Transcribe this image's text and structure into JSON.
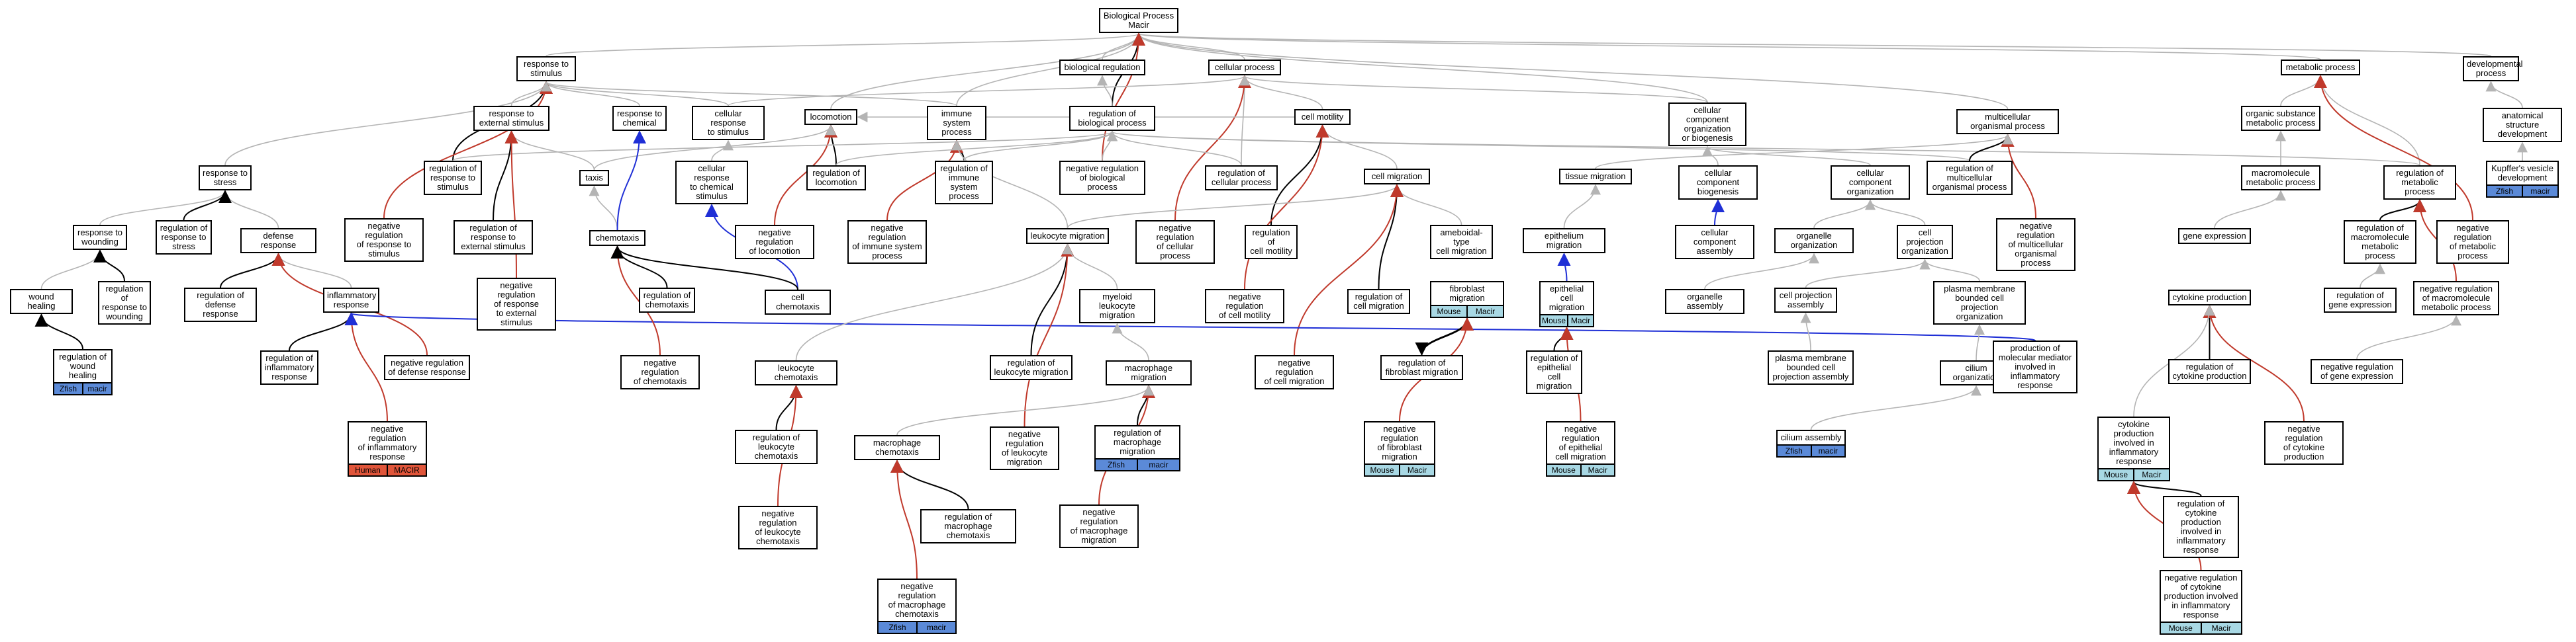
{
  "colors": {
    "edge_default": "#b4b4b4",
    "edge_black": "#000000",
    "edge_red": "#c0392b",
    "edge_blue": "#1f2fd6",
    "chip_zfish": "#5b8ad8",
    "chip_mouse": "#a8d8e4",
    "chip_human": "#e0553a"
  },
  "nodes": [
    {
      "id": "bp",
      "label": "Biological Process\nMacir"
    },
    {
      "id": "resp_stim",
      "label": "response to\nstimulus"
    },
    {
      "id": "bio_reg",
      "label": "biological regulation"
    },
    {
      "id": "cell_proc",
      "label": "cellular process"
    },
    {
      "id": "dev_proc",
      "label": "developmental\nprocess"
    },
    {
      "id": "meta_proc",
      "label": "metabolic process"
    },
    {
      "id": "resp_ext",
      "label": "response to\nexternal stimulus"
    },
    {
      "id": "resp_chem",
      "label": "response to\nchemical"
    },
    {
      "id": "cell_resp_stim",
      "label": "cellular response\nto stimulus"
    },
    {
      "id": "locomotion",
      "label": "locomotion"
    },
    {
      "id": "imm_sys",
      "label": "immune system\nprocess"
    },
    {
      "id": "reg_bio",
      "label": "regulation of\nbiological process"
    },
    {
      "id": "cell_motility",
      "label": "cell motility"
    },
    {
      "id": "cc_org",
      "label": "cellular component\norganization\nor biogenesis"
    },
    {
      "id": "multi_proc",
      "label": "multicellular\norganismal process"
    },
    {
      "id": "org_sub",
      "label": "organic substance\nmetabolic process"
    },
    {
      "id": "anat_dev",
      "label": "anatomical structure\ndevelopment"
    },
    {
      "id": "resp_stress",
      "label": "response to\nstress"
    },
    {
      "id": "reg_resp_stim",
      "label": "regulation of\nresponse to\nstimulus"
    },
    {
      "id": "taxis",
      "label": "taxis"
    },
    {
      "id": "cell_resp_chem",
      "label": "cellular response\nto chemical\nstimulus"
    },
    {
      "id": "reg_loco",
      "label": "regulation of\nlocomotion"
    },
    {
      "id": "reg_imm",
      "label": "regulation of\nimmune system\nprocess"
    },
    {
      "id": "neg_reg_bio",
      "label": "negative regulation\nof biological\nprocess"
    },
    {
      "id": "reg_cell_proc",
      "label": "regulation of\ncellular process"
    },
    {
      "id": "cell_mig",
      "label": "cell migration"
    },
    {
      "id": "tissue_mig",
      "label": "tissue migration"
    },
    {
      "id": "cc_biogen",
      "label": "cellular component\nbiogenesis"
    },
    {
      "id": "cc_org2",
      "label": "cellular component\norganization"
    },
    {
      "id": "reg_multi",
      "label": "regulation of\nmulticellular\norganismal process"
    },
    {
      "id": "macro_meta",
      "label": "macromolecule\nmetabolic process"
    },
    {
      "id": "reg_meta",
      "label": "regulation of\nmetabolic process"
    },
    {
      "id": "kupffer",
      "label": "Kupffer's vesicle\ndevelopment",
      "chips": [
        "Zfish",
        "macir"
      ],
      "chipcls": [
        "zfish",
        "macir"
      ]
    },
    {
      "id": "resp_wound",
      "label": "response to\nwounding"
    },
    {
      "id": "reg_resp_stress",
      "label": "regulation of\nresponse to\nstress"
    },
    {
      "id": "defense",
      "label": "defense response"
    },
    {
      "id": "neg_reg_resp_stim",
      "label": "negative regulation\nof response to\nstimulus"
    },
    {
      "id": "reg_resp_ext",
      "label": "regulation of\nresponse to\nexternal stimulus"
    },
    {
      "id": "chemotaxis",
      "label": "chemotaxis"
    },
    {
      "id": "neg_reg_loco",
      "label": "negative regulation\nof locomotion"
    },
    {
      "id": "neg_reg_imm",
      "label": "negative regulation\nof immune system\nprocess"
    },
    {
      "id": "leuk_mig",
      "label": "leukocyte migration"
    },
    {
      "id": "neg_reg_cell_proc",
      "label": "negative regulation\nof cellular\nprocess"
    },
    {
      "id": "reg_cell_mot",
      "label": "regulation of\ncell motility"
    },
    {
      "id": "ameboid",
      "label": "ameboidal-type\ncell migration"
    },
    {
      "id": "epi_mig",
      "label": "epithelium migration"
    },
    {
      "id": "cc_assembly",
      "label": "cellular component\nassembly"
    },
    {
      "id": "organelle_org",
      "label": "organelle organization"
    },
    {
      "id": "cell_proj_org",
      "label": "cell projection\norganization"
    },
    {
      "id": "neg_reg_multi",
      "label": "negative regulation\nof multicellular\norganismal process"
    },
    {
      "id": "gene_expr",
      "label": "gene expression"
    },
    {
      "id": "reg_macro_meta",
      "label": "regulation of\nmacromolecule\nmetabolic process"
    },
    {
      "id": "neg_reg_meta",
      "label": "negative regulation\nof metabolic\nprocess"
    },
    {
      "id": "wound_heal",
      "label": "wound healing"
    },
    {
      "id": "reg_resp_wound",
      "label": "regulation of\nresponse to\nwounding"
    },
    {
      "id": "reg_def",
      "label": "regulation of\ndefense response"
    },
    {
      "id": "inflam",
      "label": "inflammatory\nresponse"
    },
    {
      "id": "neg_reg_resp_ext",
      "label": "negative regulation\nof response\nto external\nstimulus"
    },
    {
      "id": "reg_chemo",
      "label": "regulation of\nchemotaxis"
    },
    {
      "id": "cell_chemo",
      "label": "cell chemotaxis"
    },
    {
      "id": "myeloid_mig",
      "label": "myeloid leukocyte\nmigration"
    },
    {
      "id": "neg_reg_cell_mot",
      "label": "negative regulation\nof cell motility"
    },
    {
      "id": "reg_cell_mig",
      "label": "regulation of\ncell migration"
    },
    {
      "id": "fibro_mig",
      "label": "fibroblast migration",
      "chips": [
        "Mouse",
        "Macir"
      ],
      "chipcls": [
        "mouse",
        "macir2"
      ]
    },
    {
      "id": "epi_cell_mig",
      "label": "epithelial cell\nmigration",
      "chips": [
        "Mouse",
        "Macir"
      ],
      "chipcls": [
        "mouse",
        "macir2"
      ]
    },
    {
      "id": "organelle_asm",
      "label": "organelle assembly"
    },
    {
      "id": "cell_proj_asm",
      "label": "cell projection\nassembly"
    },
    {
      "id": "plasma_org",
      "label": "plasma membrane\nbounded cell\nprojection organization"
    },
    {
      "id": "cytokine_prod",
      "label": "cytokine production"
    },
    {
      "id": "reg_gene_expr",
      "label": "regulation of\ngene expression"
    },
    {
      "id": "neg_reg_macro",
      "label": "negative regulation\nof macromolecule\nmetabolic process"
    },
    {
      "id": "reg_wound_heal",
      "label": "regulation of\nwound healing",
      "chips": [
        "Zfish",
        "macir"
      ],
      "chipcls": [
        "zfish",
        "macir"
      ]
    },
    {
      "id": "reg_inflam",
      "label": "regulation of\ninflammatory\nresponse"
    },
    {
      "id": "neg_reg_def",
      "label": "negative regulation\nof defense response"
    },
    {
      "id": "neg_reg_chemo",
      "label": "negative regulation\nof chemotaxis"
    },
    {
      "id": "leuk_chemo",
      "label": "leukocyte chemotaxis"
    },
    {
      "id": "reg_leuk_mig",
      "label": "regulation of\nleukocyte migration"
    },
    {
      "id": "macro_mig",
      "label": "macrophage migration"
    },
    {
      "id": "neg_reg_cell_mig",
      "label": "negative regulation\nof cell migration"
    },
    {
      "id": "reg_fibro_mig",
      "label": "regulation of\nfibroblast migration"
    },
    {
      "id": "reg_epi_mig",
      "label": "regulation of\nepithelial cell\nmigration"
    },
    {
      "id": "plasma_asm",
      "label": "plasma membrane\nbounded cell\nprojection assembly"
    },
    {
      "id": "cilium_org",
      "label": "cilium organization"
    },
    {
      "id": "prod_mediator",
      "label": "production of\nmolecular mediator\ninvolved in\ninflammatory\nresponse"
    },
    {
      "id": "reg_cyto_prod",
      "label": "regulation of\ncytokine production"
    },
    {
      "id": "neg_reg_gene",
      "label": "negative regulation\nof gene expression"
    },
    {
      "id": "neg_reg_inflam",
      "label": "negative regulation\nof inflammatory\nresponse",
      "chips": [
        "Human",
        "MACIR"
      ],
      "chipcls": [
        "human",
        "macir3"
      ]
    },
    {
      "id": "reg_leuk_chemo",
      "label": "regulation of\nleukocyte chemotaxis"
    },
    {
      "id": "macro_chemo",
      "label": "macrophage chemotaxis"
    },
    {
      "id": "neg_reg_leuk_mig",
      "label": "negative regulation\nof leukocyte\nmigration"
    },
    {
      "id": "reg_macro_mig",
      "label": "regulation of\nmacrophage migration",
      "chips": [
        "Zfish",
        "macir"
      ],
      "chipcls": [
        "zfish",
        "macir"
      ]
    },
    {
      "id": "neg_reg_fibro",
      "label": "negative regulation\nof fibroblast\nmigration",
      "chips": [
        "Mouse",
        "Macir"
      ],
      "chipcls": [
        "mouse",
        "macir2"
      ]
    },
    {
      "id": "neg_reg_epi",
      "label": "negative regulation\nof epithelial\ncell migration",
      "chips": [
        "Mouse",
        "Macir"
      ],
      "chipcls": [
        "mouse",
        "macir2"
      ]
    },
    {
      "id": "cilium_asm",
      "label": "cilium assembly",
      "chips": [
        "Zfish",
        "macir"
      ],
      "chipcls": [
        "zfish",
        "macir"
      ]
    },
    {
      "id": "cyto_inflam",
      "label": "cytokine production\ninvolved in\ninflammatory\nresponse",
      "chips": [
        "Mouse",
        "Macir"
      ],
      "chipcls": [
        "mouse",
        "macir2"
      ]
    },
    {
      "id": "neg_reg_cyto",
      "label": "negative regulation\nof cytokine\nproduction"
    },
    {
      "id": "neg_reg_leuk_chemo",
      "label": "negative regulation\nof leukocyte\nchemotaxis"
    },
    {
      "id": "reg_macro_chemo",
      "label": "regulation of\nmacrophage chemotaxis"
    },
    {
      "id": "neg_reg_macro_mig",
      "label": "negative regulation\nof macrophage\nmigration"
    },
    {
      "id": "reg_cyto_inflam",
      "label": "regulation of\ncytokine production\ninvolved in\ninflammatory\nresponse"
    },
    {
      "id": "neg_reg_macro_chemo",
      "label": "negative regulation\nof macrophage\nchemotaxis",
      "chips": [
        "Zfish",
        "macir"
      ],
      "chipcls": [
        "zfish",
        "macir"
      ]
    },
    {
      "id": "neg_reg_cyto_inflam",
      "label": "negative regulation\nof cytokine\nproduction involved\nin inflammatory\nresponse",
      "chips": [
        "Mouse",
        "Macir"
      ],
      "chipcls": [
        "mouse",
        "macir2"
      ]
    }
  ],
  "edges": [
    [
      "resp_stim",
      "bp",
      "g"
    ],
    [
      "bio_reg",
      "bp",
      "g"
    ],
    [
      "cell_proc",
      "bp",
      "g"
    ],
    [
      "dev_proc",
      "bp",
      "g"
    ],
    [
      "meta_proc",
      "bp",
      "g"
    ],
    [
      "multi_proc",
      "bp",
      "g"
    ],
    [
      "imm_sys",
      "bp",
      "g"
    ],
    [
      "locomotion",
      "bp",
      "g"
    ],
    [
      "cc_org",
      "bp",
      "g"
    ],
    [
      "reg_bio",
      "bp",
      "k"
    ],
    [
      "neg_reg_bio",
      "bp",
      "r"
    ],
    [
      "reg_bio",
      "bio_reg",
      "g"
    ],
    [
      "resp_ext",
      "resp_stim",
      "g"
    ],
    [
      "resp_chem",
      "resp_stim",
      "g"
    ],
    [
      "cell_resp_stim",
      "resp_stim",
      "g"
    ],
    [
      "resp_stress",
      "resp_stim",
      "g"
    ],
    [
      "reg_resp_stim",
      "resp_stim",
      "k"
    ],
    [
      "neg_reg_resp_stim",
      "resp_stim",
      "r"
    ],
    [
      "imm_sys",
      "resp_stim",
      "g"
    ],
    [
      "reg_cell_proc",
      "cell_proc",
      "g"
    ],
    [
      "cell_motility",
      "cell_proc",
      "g"
    ],
    [
      "cell_resp_stim",
      "cell_proc",
      "g"
    ],
    [
      "neg_reg_cell_proc",
      "cell_proc",
      "r"
    ],
    [
      "cc_org",
      "cell_proc",
      "g"
    ],
    [
      "org_sub",
      "meta_proc",
      "g"
    ],
    [
      "reg_meta",
      "meta_proc",
      "g"
    ],
    [
      "neg_reg_meta",
      "meta_proc",
      "r"
    ],
    [
      "anat_dev",
      "dev_proc",
      "g"
    ],
    [
      "kupffer",
      "anat_dev",
      "g"
    ],
    [
      "reg_loco",
      "locomotion",
      "k"
    ],
    [
      "neg_reg_loco",
      "locomotion",
      "r"
    ],
    [
      "taxis",
      "locomotion",
      "g"
    ],
    [
      "cell_motility",
      "locomotion",
      "g"
    ],
    [
      "reg_imm",
      "imm_sys",
      "k"
    ],
    [
      "neg_reg_imm",
      "imm_sys",
      "r"
    ],
    [
      "leuk_mig",
      "imm_sys",
      "g"
    ],
    [
      "reg_cell_proc",
      "reg_bio",
      "g"
    ],
    [
      "neg_reg_bio",
      "reg_bio",
      "g"
    ],
    [
      "reg_imm",
      "reg_bio",
      "g"
    ],
    [
      "reg_loco",
      "reg_bio",
      "g"
    ],
    [
      "reg_multi",
      "reg_bio",
      "g"
    ],
    [
      "reg_meta",
      "reg_bio",
      "g"
    ],
    [
      "reg_resp_stim",
      "reg_bio",
      "g"
    ],
    [
      "cell_mig",
      "cell_motility",
      "g"
    ],
    [
      "reg_cell_mot",
      "cell_motility",
      "k"
    ],
    [
      "neg_reg_cell_mot",
      "cell_motility",
      "r"
    ],
    [
      "cc_biogen",
      "cc_org",
      "g"
    ],
    [
      "cc_org2",
      "cc_org",
      "g"
    ],
    [
      "reg_multi",
      "multi_proc",
      "k"
    ],
    [
      "neg_reg_multi",
      "multi_proc",
      "r"
    ],
    [
      "tissue_mig",
      "multi_proc",
      "g"
    ],
    [
      "macro_meta",
      "org_sub",
      "g"
    ],
    [
      "reg_macro_meta",
      "reg_meta",
      "k"
    ],
    [
      "neg_reg_macro",
      "reg_meta",
      "r"
    ],
    [
      "resp_wound",
      "resp_stress",
      "g"
    ],
    [
      "defense",
      "resp_stress",
      "g"
    ],
    [
      "reg_resp_stress",
      "resp_stress",
      "k"
    ],
    [
      "taxis",
      "resp_ext",
      "g"
    ],
    [
      "reg_resp_ext",
      "resp_ext",
      "k"
    ],
    [
      "neg_reg_resp_ext",
      "resp_ext",
      "r"
    ],
    [
      "chemotaxis",
      "taxis",
      "g"
    ],
    [
      "chemotaxis",
      "resp_chem",
      "b"
    ],
    [
      "cell_resp_chem",
      "cell_resp_stim",
      "g"
    ],
    [
      "cell_chemo",
      "cell_resp_chem",
      "b"
    ],
    [
      "leuk_mig",
      "cell_mig",
      "g"
    ],
    [
      "ameboid",
      "cell_mig",
      "g"
    ],
    [
      "reg_cell_mig",
      "cell_mig",
      "k"
    ],
    [
      "neg_reg_cell_mig",
      "cell_mig",
      "r"
    ],
    [
      "epi_mig",
      "tissue_mig",
      "g"
    ],
    [
      "epi_cell_mig",
      "epi_mig",
      "b"
    ],
    [
      "cc_assembly",
      "cc_biogen",
      "b"
    ],
    [
      "organelle_org",
      "cc_org2",
      "g"
    ],
    [
      "cell_proj_org",
      "cc_org2",
      "g"
    ],
    [
      "gene_expr",
      "macro_meta",
      "g"
    ],
    [
      "reg_gene_expr",
      "reg_macro_meta",
      "g"
    ],
    [
      "neg_reg_gene",
      "neg_reg_macro",
      "g"
    ],
    [
      "wound_heal",
      "resp_wound",
      "g"
    ],
    [
      "reg_resp_wound",
      "resp_wound",
      "k"
    ],
    [
      "reg_wound_heal",
      "wound_heal",
      "k"
    ],
    [
      "inflam",
      "defense",
      "g"
    ],
    [
      "reg_def",
      "defense",
      "k"
    ],
    [
      "neg_reg_def",
      "defense",
      "r"
    ],
    [
      "reg_inflam",
      "inflam",
      "k"
    ],
    [
      "neg_reg_inflam",
      "inflam",
      "r"
    ],
    [
      "prod_mediator",
      "inflam",
      "b"
    ],
    [
      "reg_chemo",
      "chemotaxis",
      "k"
    ],
    [
      "neg_reg_chemo",
      "chemotaxis",
      "r"
    ],
    [
      "cell_chemo",
      "chemotaxis",
      "k"
    ],
    [
      "leuk_chemo",
      "leuk_mig",
      "g"
    ],
    [
      "reg_leuk_mig",
      "leuk_mig",
      "k"
    ],
    [
      "neg_reg_leuk_mig",
      "leuk_mig",
      "r"
    ],
    [
      "myeloid_mig",
      "leuk_mig",
      "g"
    ],
    [
      "macro_mig",
      "myeloid_mig",
      "g"
    ],
    [
      "reg_macro_mig",
      "macro_mig",
      "k"
    ],
    [
      "neg_reg_macro_mig",
      "macro_mig",
      "r"
    ],
    [
      "macro_chemo",
      "macro_mig",
      "g"
    ],
    [
      "reg_leuk_chemo",
      "leuk_chemo",
      "k"
    ],
    [
      "neg_reg_leuk_chemo",
      "leuk_chemo",
      "r"
    ],
    [
      "reg_macro_chemo",
      "macro_chemo",
      "k"
    ],
    [
      "neg_reg_macro_chemo",
      "macro_chemo",
      "r"
    ],
    [
      "fibro_mig",
      "reg_fibro_mig",
      "k"
    ],
    [
      "reg_fibro_mig",
      "fibro_mig",
      "k"
    ],
    [
      "neg_reg_fibro",
      "fibro_mig",
      "r"
    ],
    [
      "reg_epi_mig",
      "epi_cell_mig",
      "k"
    ],
    [
      "neg_reg_epi",
      "epi_cell_mig",
      "r"
    ],
    [
      "organelle_asm",
      "organelle_org",
      "g"
    ],
    [
      "cell_proj_asm",
      "cell_proj_org",
      "g"
    ],
    [
      "plasma_org",
      "cell_proj_org",
      "g"
    ],
    [
      "plasma_asm",
      "cell_proj_asm",
      "g"
    ],
    [
      "cilium_org",
      "plasma_org",
      "g"
    ],
    [
      "cilium_asm",
      "cilium_org",
      "g"
    ],
    [
      "reg_cyto_prod",
      "cytokine_prod",
      "k"
    ],
    [
      "neg_reg_cyto",
      "cytokine_prod",
      "r"
    ],
    [
      "cyto_inflam",
      "cytokine_prod",
      "g"
    ],
    [
      "reg_cyto_inflam",
      "cyto_inflam",
      "k"
    ],
    [
      "neg_reg_cyto_inflam",
      "cyto_inflam",
      "r"
    ]
  ]
}
